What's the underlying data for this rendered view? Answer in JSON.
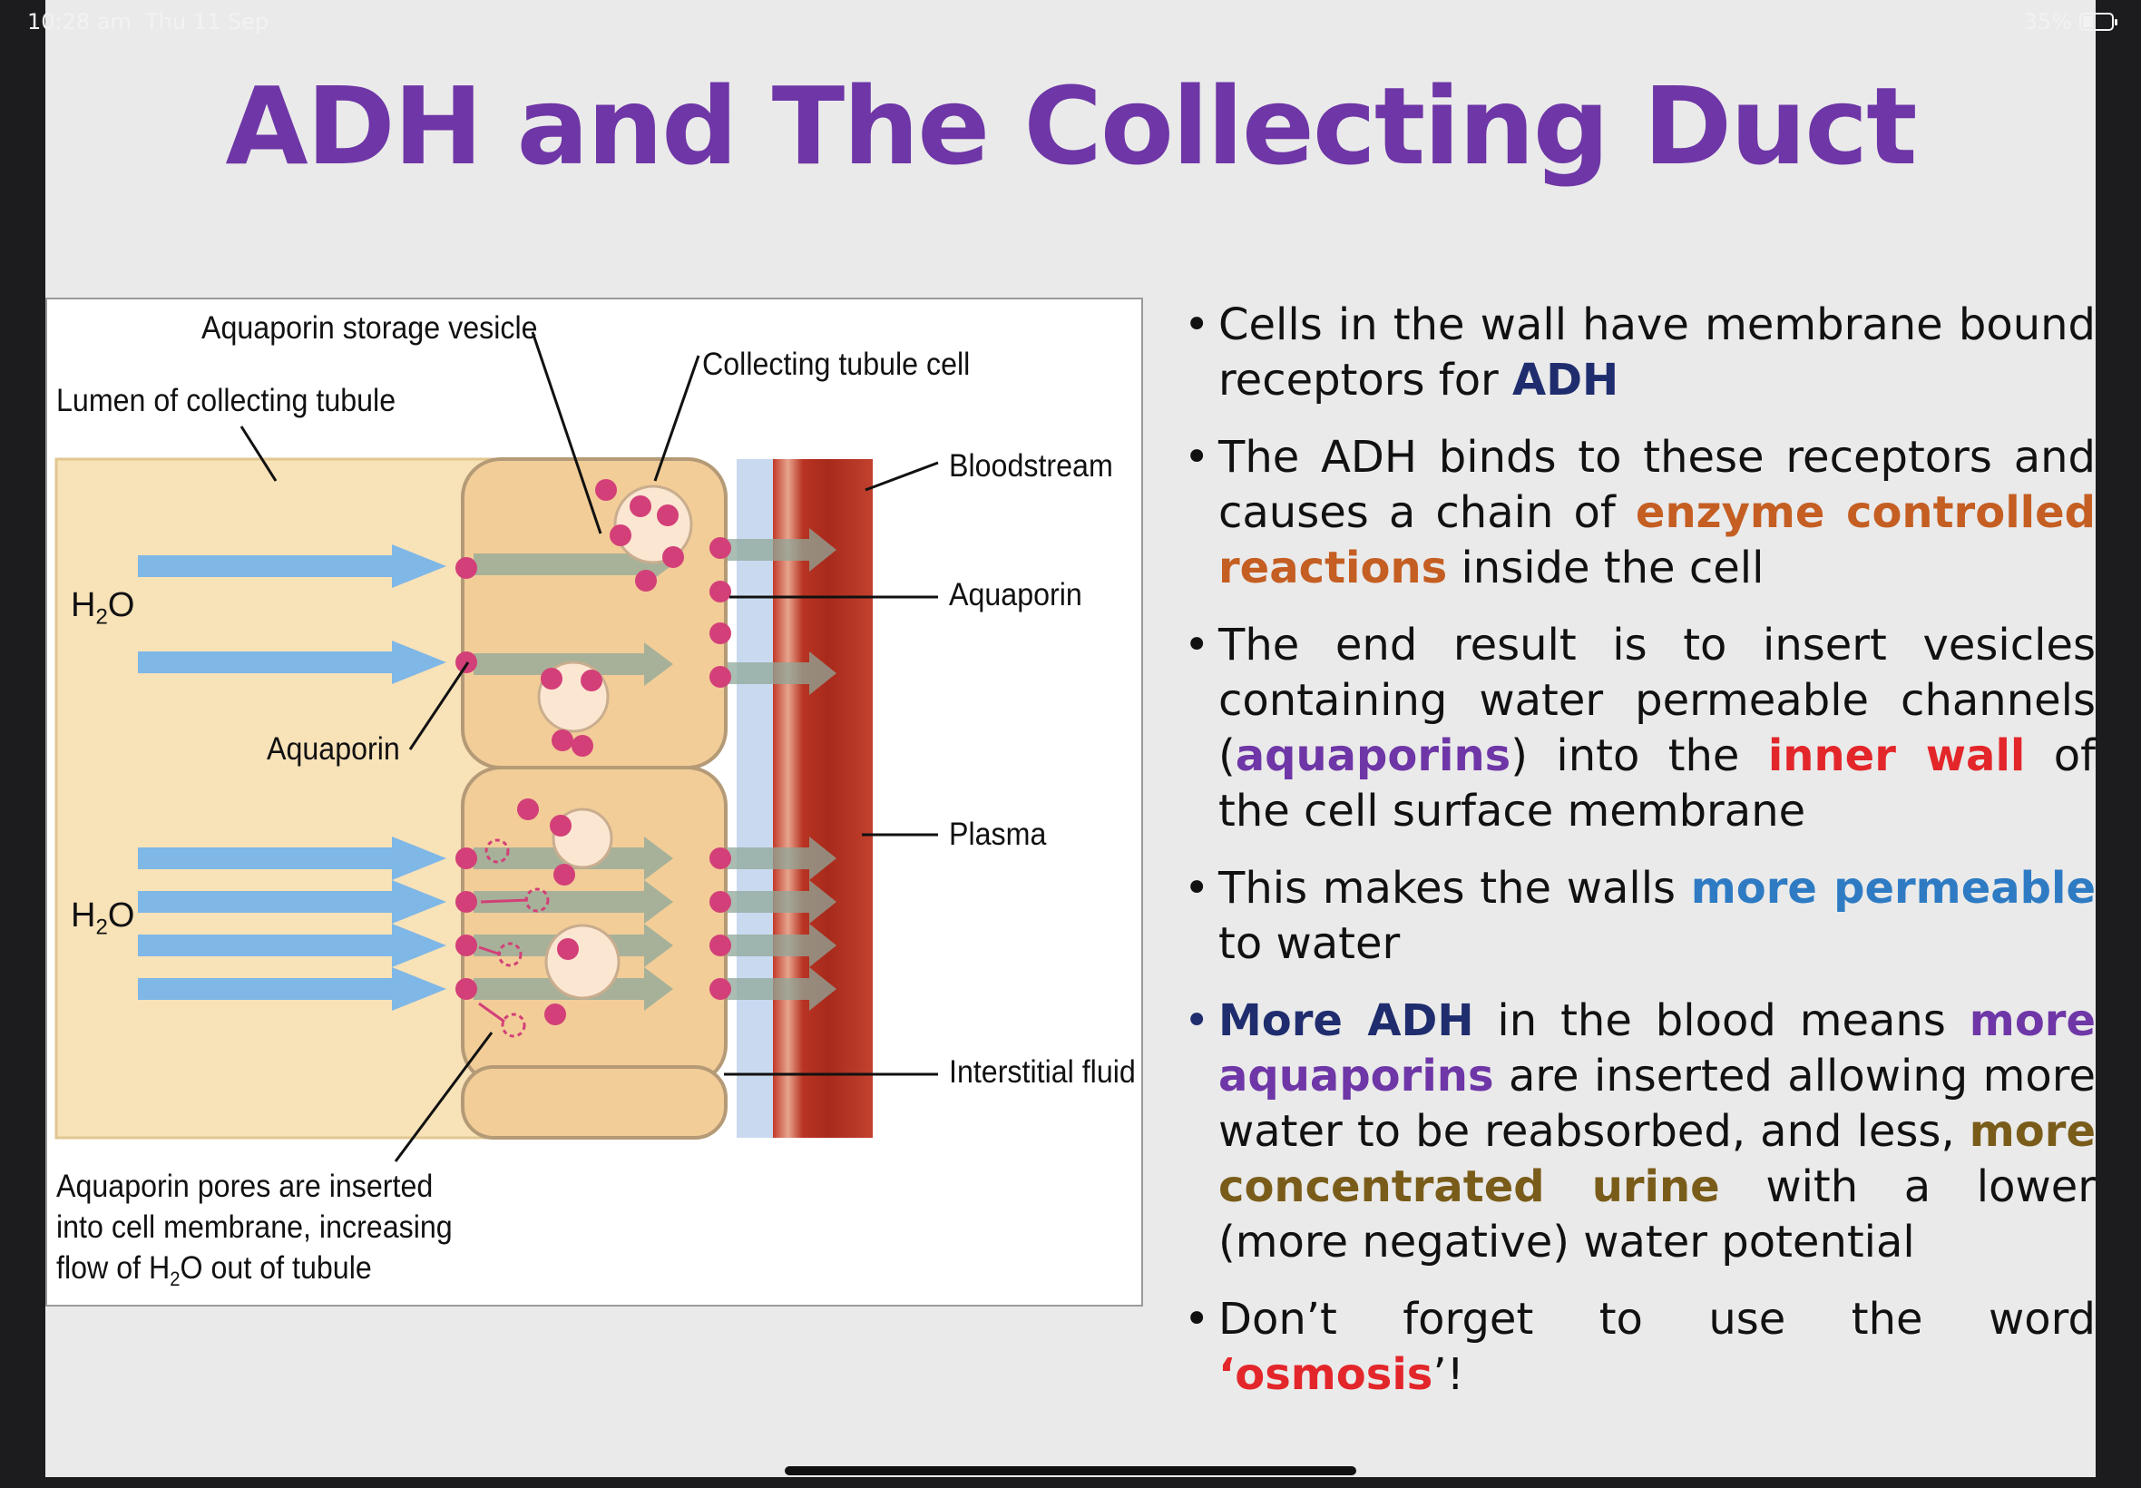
{
  "status_bar": {
    "time": "10:28 am",
    "date": "Thu 11 Sep",
    "battery": "35%",
    "battery_level": 0.35
  },
  "slide": {
    "title": "ADH and The Collecting Duct",
    "figure": {
      "labels": {
        "storage_vesicle": "Aquaporin storage vesicle",
        "tubule_cell": "Collecting tubule cell",
        "lumen": "Lumen of collecting tubule",
        "bloodstream": "Bloodstream",
        "aquaporin_right": "Aquaporin",
        "aquaporin_left": "Aquaporin",
        "plasma": "Plasma",
        "interstitial": "Interstitial fluid",
        "water_top": "H",
        "water_top_sub": "2",
        "water_top_end": "O",
        "water_bottom": "H",
        "water_bottom_sub": "2",
        "water_bottom_end": "O"
      },
      "caption": {
        "line1": "Aquaporin pores are inserted",
        "line2": "into cell membrane, increasing",
        "line3_a": "flow of H",
        "line3_sub": "2",
        "line3_b": "O out of tubule"
      }
    },
    "bullets": [
      {
        "t1": "Cells in the wall have membrane bound receptors for ",
        "h1": "ADH"
      },
      {
        "t1": "The ADH binds to these receptors and causes a chain of ",
        "h1": "enzyme controlled reactions",
        "t2": " inside the cell"
      },
      {
        "t1": "The end result is to insert vesicles containing water permeable channels (",
        "h1": "aquaporins",
        "t2": ") into the ",
        "h2": "inner wall",
        "t3": " of the cell surface membrane"
      },
      {
        "t1": "This makes the walls ",
        "h1": "more permeable",
        "t2": " to water"
      },
      {
        "h1": "More ADH",
        "t1": " in the blood means ",
        "h2": "more aquaporins",
        "t2": " are inserted allowing more water to be reabsorbed, and less, ",
        "h3": "more concentrated urine",
        "t3": " with a lower (more negative) water potential"
      },
      {
        "t1": "Don’t forget to use the word ",
        "h1": "‘osmosis",
        "t2": "’!"
      }
    ]
  },
  "colors": {
    "title": "#6e36a6",
    "navy": "#1f2d6e",
    "orange": "#c45e22",
    "purple": "#6e36a6",
    "red": "#e3262a",
    "blue": "#2e7bc4",
    "olive": "#7a5c1a",
    "aquaporin": "#d33f78",
    "water_arrow": "#7fb7e6"
  }
}
